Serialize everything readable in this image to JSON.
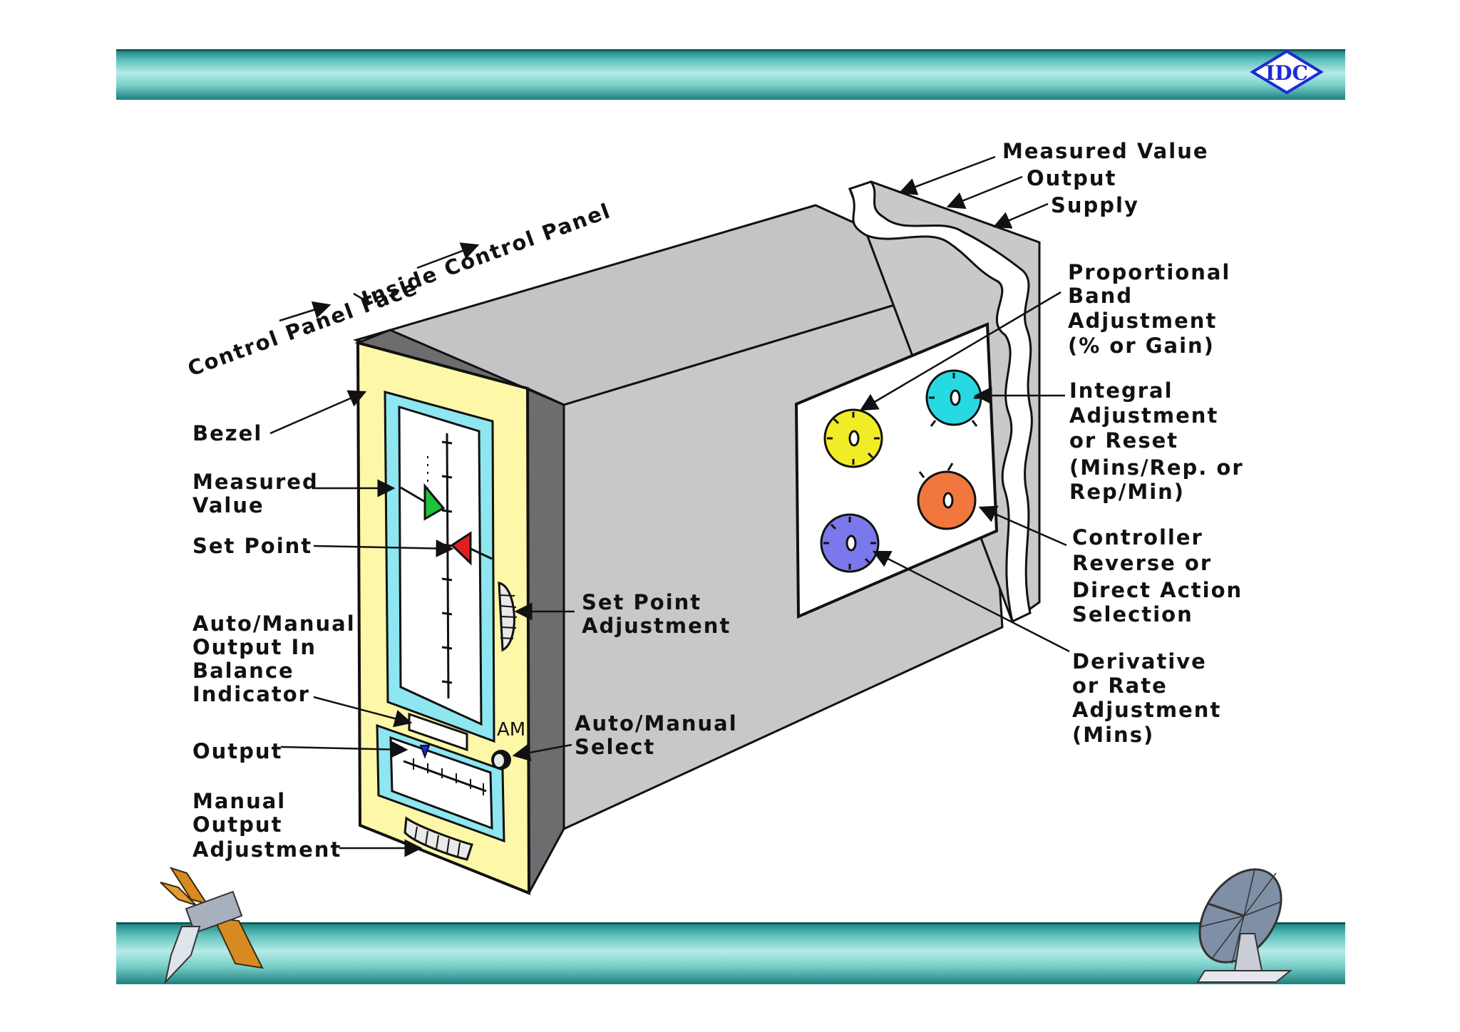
{
  "logo": {
    "text": "IDC"
  },
  "colors": {
    "band": "#5fc0bb",
    "bezel": "#fdf7a8",
    "housing": "#c8c8ca",
    "window": "#8ee6f0",
    "knob_yellow": "#f2ec27",
    "knob_cyan": "#27d9e3",
    "knob_orange": "#f2773d",
    "knob_blue": "#7b78ec",
    "pointer_green": "#1fc23a",
    "pointer_red": "#e02020",
    "logo_blue": "#1a2bd6"
  },
  "labels": {
    "control_panel_face": "Control Panel Face",
    "inside_control_panel": "Inside Control Panel",
    "bezel": "Bezel",
    "measured_value_left": [
      "Measured",
      "Value"
    ],
    "set_point": "Set Point",
    "auto_manual_indicator": [
      "Auto/Manual",
      "Output In",
      "Balance",
      "Indicator"
    ],
    "output_left": "Output",
    "manual_output_adjustment": [
      "Manual",
      "Output",
      "Adjustment"
    ],
    "set_point_adjustment": [
      "Set Point",
      "Adjustment"
    ],
    "auto_manual_select": [
      "Auto/Manual",
      "Select"
    ],
    "switch_letters": "AM",
    "rear_measured_value": "Measured Value",
    "rear_output": "Output",
    "rear_supply": "Supply",
    "proportional_band": [
      "Proportional",
      "Band",
      "Adjustment",
      "(% or Gain)"
    ],
    "integral": [
      "Integral",
      "Adjustment",
      "or Reset",
      "(Mins/Rep. or",
      "Rep/Min)"
    ],
    "controller_action": [
      "Controller",
      "Reverse or",
      "Direct Action",
      "Selection"
    ],
    "derivative": [
      "Derivative",
      "or Rate",
      "Adjustment",
      "(Mins)"
    ]
  },
  "icons": {
    "top_right": "idc-diamond-logo-icon",
    "bottom_left": "satellite-icon",
    "bottom_right": "satellite-dish-icon"
  }
}
